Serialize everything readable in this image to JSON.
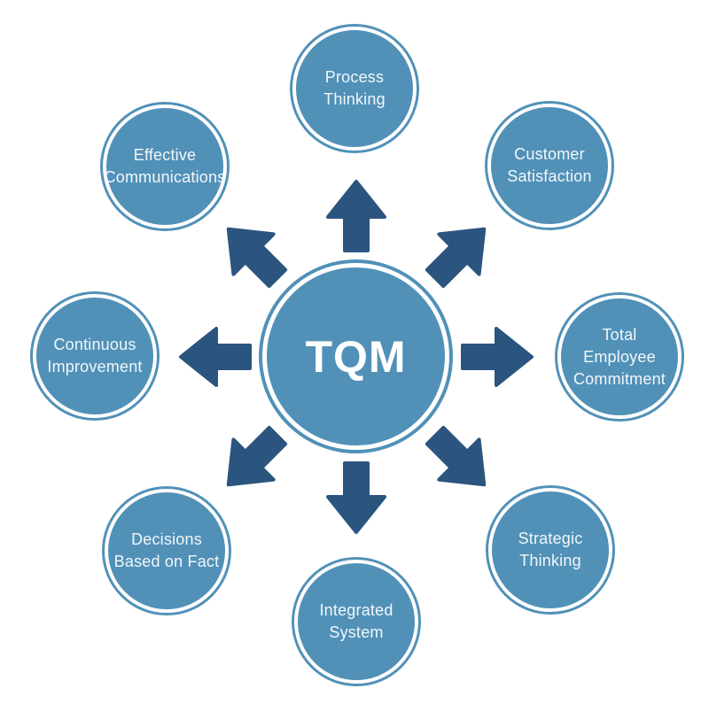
{
  "diagram": {
    "title": "TQM",
    "nodes": [
      {
        "id": "process-thinking",
        "label": "Process\nThinking",
        "position": "top"
      },
      {
        "id": "customer-satisfaction",
        "label": "Customer\nSatisfaction",
        "position": "top-right"
      },
      {
        "id": "total-employee-commitment",
        "label": "Total\nEmployee\nCommitment",
        "position": "right"
      },
      {
        "id": "strategic-thinking",
        "label": "Strategic\nThinking",
        "position": "bottom-right"
      },
      {
        "id": "integrated-system",
        "label": "Integrated\nSystem",
        "position": "bottom"
      },
      {
        "id": "decisions-based-on-fact",
        "label": "Decisions\nBased on Fact",
        "position": "bottom-left"
      },
      {
        "id": "continuous-improvement",
        "label": "Continuous\nImprovement",
        "position": "left"
      },
      {
        "id": "effective-communications",
        "label": "Effective\nCommunications",
        "position": "top-left"
      }
    ],
    "colors": {
      "circle_fill": "#5191b8",
      "arrow": "#2b557e",
      "ring": "#ffffff",
      "text": "#f2f7fa"
    }
  }
}
